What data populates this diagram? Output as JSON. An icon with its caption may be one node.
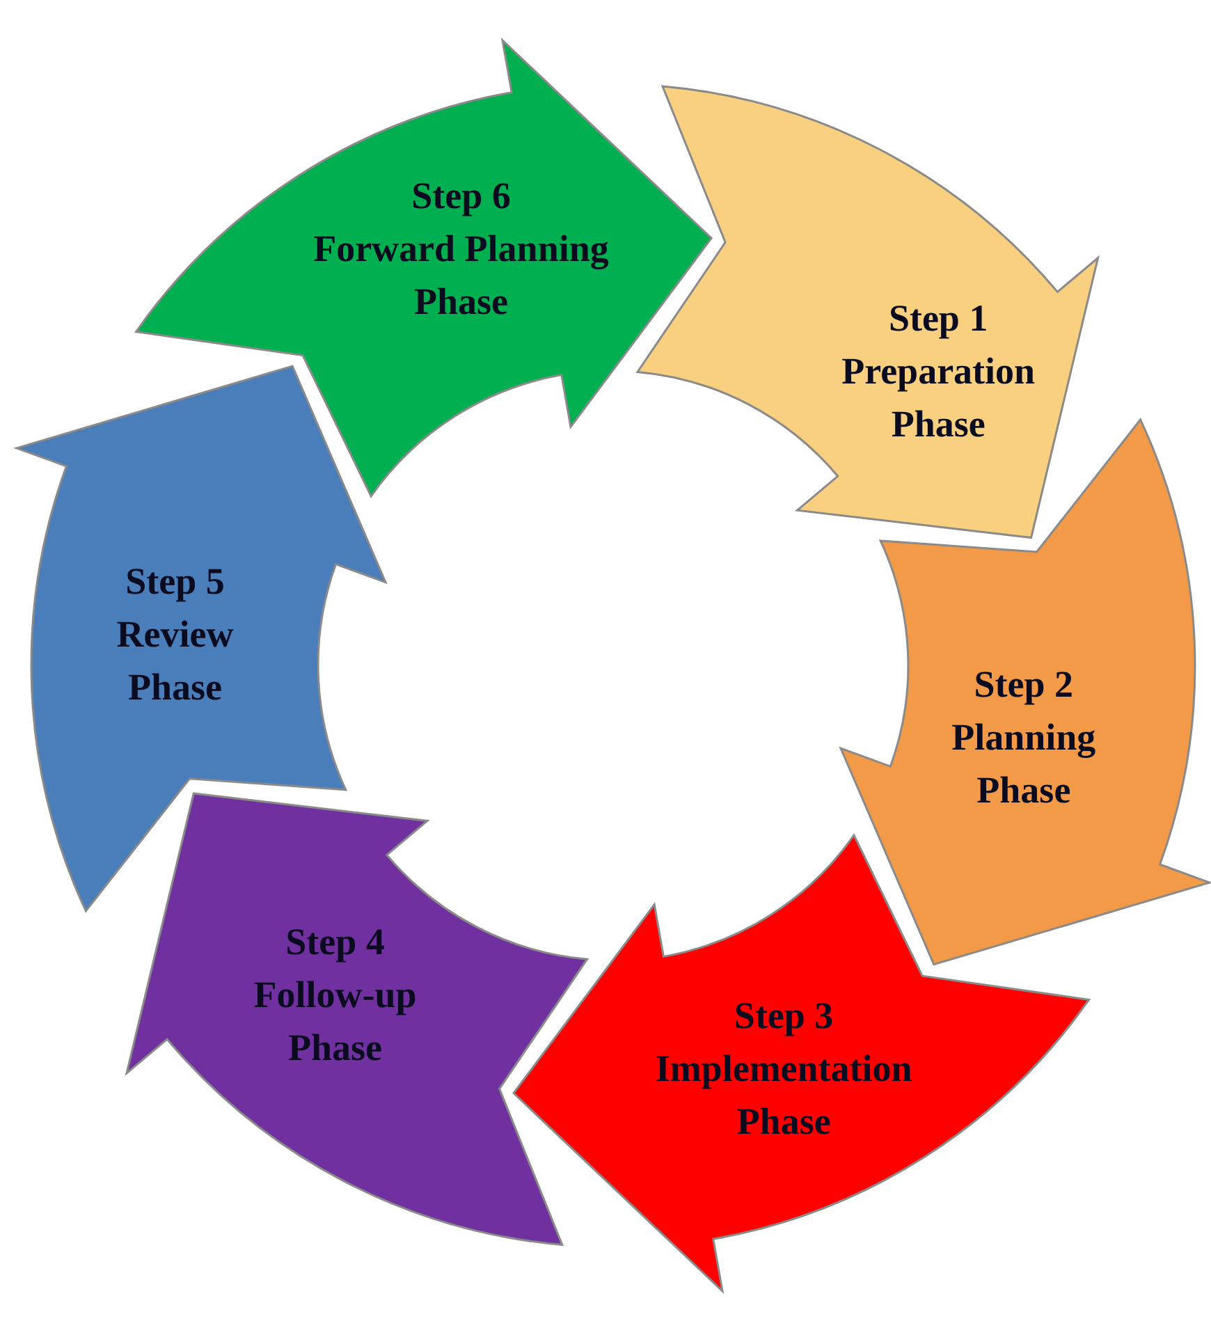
{
  "diagram": {
    "nodes": [
      {
        "text": [
          "Step 1",
          "Preparation Phase"
        ]
      },
      {
        "text": [
          "Step 2",
          "Planning Phase"
        ]
      },
      {
        "text": [
          "Step 3",
          "Implementation Phase"
        ]
      },
      {
        "text": [
          "Step 4",
          "Follow-up Phase"
        ]
      },
      {
        "text": [
          "Step 5",
          "Review Phase"
        ]
      },
      {
        "text": [
          "Step 6",
          "Forward Planning Phase"
        ]
      }
    ]
  }
}
